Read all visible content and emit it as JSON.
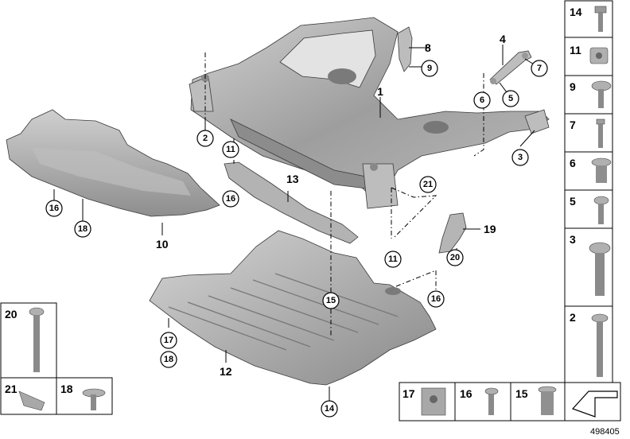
{
  "diagram_id": "498405",
  "callouts": {
    "c1": "1",
    "c2": "2",
    "c3": "3",
    "c4": "4",
    "c5": "5",
    "c6": "6",
    "c7": "7",
    "c8": "8",
    "c9": "9",
    "c10": "10",
    "c11a": "11",
    "c11b": "11",
    "c12": "12",
    "c13": "13",
    "c14": "14",
    "c15": "15",
    "c16a": "16",
    "c16b": "16",
    "c16c": "16",
    "c17": "17",
    "c18a": "18",
    "c18b": "18",
    "c19": "19",
    "c20": "20",
    "c21": "21"
  },
  "legend": {
    "r14": "14",
    "r11": "11",
    "r9": "9",
    "r7": "7",
    "r6": "6",
    "r5": "5",
    "r3": "3",
    "r2": "2",
    "r20": "20",
    "r21": "21",
    "r18": "18",
    "r17": "17",
    "r16": "16",
    "r15": "15"
  },
  "colors": {
    "part_light": "#d7d7d7",
    "part_mid": "#a9a9a9",
    "part_dark": "#6f6f6f",
    "line": "#000000"
  }
}
